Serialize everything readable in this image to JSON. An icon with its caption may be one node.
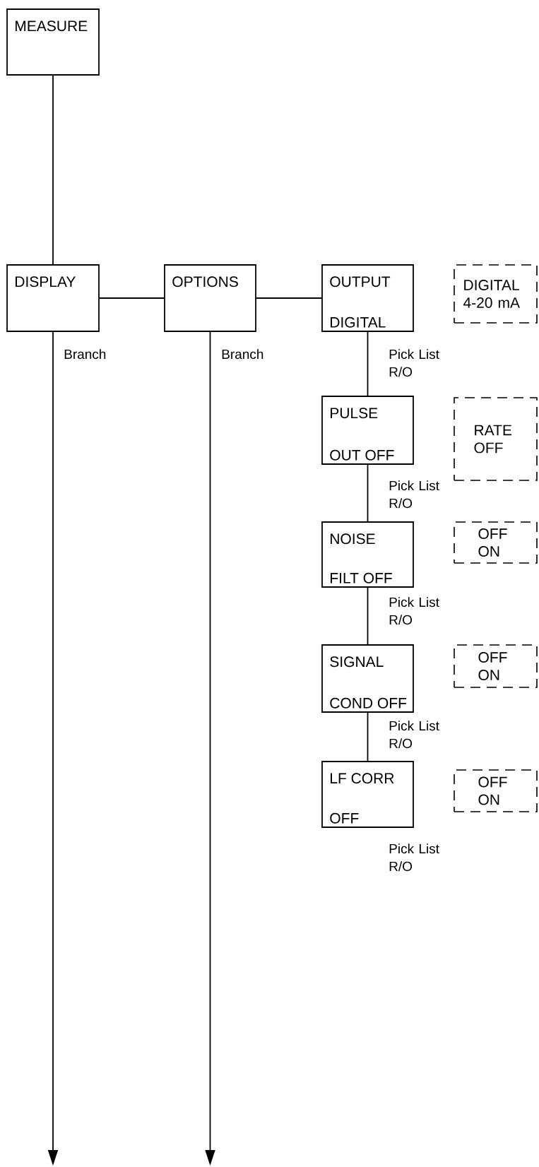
{
  "diagram": {
    "nodes": [
      {
        "text": [
          "MEASURE"
        ]
      },
      {
        "text": [
          "DISPLAY"
        ],
        "beside": [
          "Branch"
        ]
      },
      {
        "text": [
          "OPTIONS"
        ],
        "beside": [
          "Branch"
        ]
      },
      {
        "text": [
          "OUTPUT",
          "DIGITAL"
        ],
        "beside": [
          "Pick List R/O"
        ]
      },
      {
        "text": [
          "DIGITAL 4-20 mA"
        ]
      },
      {
        "text": [
          "PULSE",
          "OUT OFF"
        ],
        "beside": [
          "Pick List R/O"
        ]
      },
      {
        "text": [
          "RATE OFF"
        ]
      },
      {
        "text": [
          "NOISE",
          "FILT OFF"
        ],
        "beside": [
          "Pick List R/O"
        ]
      },
      {
        "text": [
          "OFF ON"
        ]
      },
      {
        "text": [
          "SIGNAL",
          "COND OFF"
        ],
        "beside": [
          "Pick List R/O"
        ]
      },
      {
        "text": [
          "OFF ON"
        ]
      },
      {
        "text": [
          "LF CORR",
          "OFF"
        ],
        "beside": [
          "Pick List R/O"
        ]
      },
      {
        "text": [
          "OFF ON"
        ]
      }
    ],
    "edges": [
      {
        "from": 0,
        "to": 1,
        "arrow": "none"
      },
      {
        "from": 1,
        "to": 2,
        "arrow": "none"
      },
      {
        "from": 2,
        "to": 3,
        "arrow": "none"
      },
      {
        "from": 3,
        "to": 5,
        "arrow": "none"
      },
      {
        "from": 5,
        "to": 7,
        "arrow": "none"
      },
      {
        "from": 7,
        "to": 9,
        "arrow": "none"
      },
      {
        "from": 9,
        "to": 11,
        "arrow": "none"
      },
      {
        "from": 1,
        "to": null,
        "arrow": "to"
      },
      {
        "from": 2,
        "to": null,
        "arrow": "to"
      }
    ]
  }
}
